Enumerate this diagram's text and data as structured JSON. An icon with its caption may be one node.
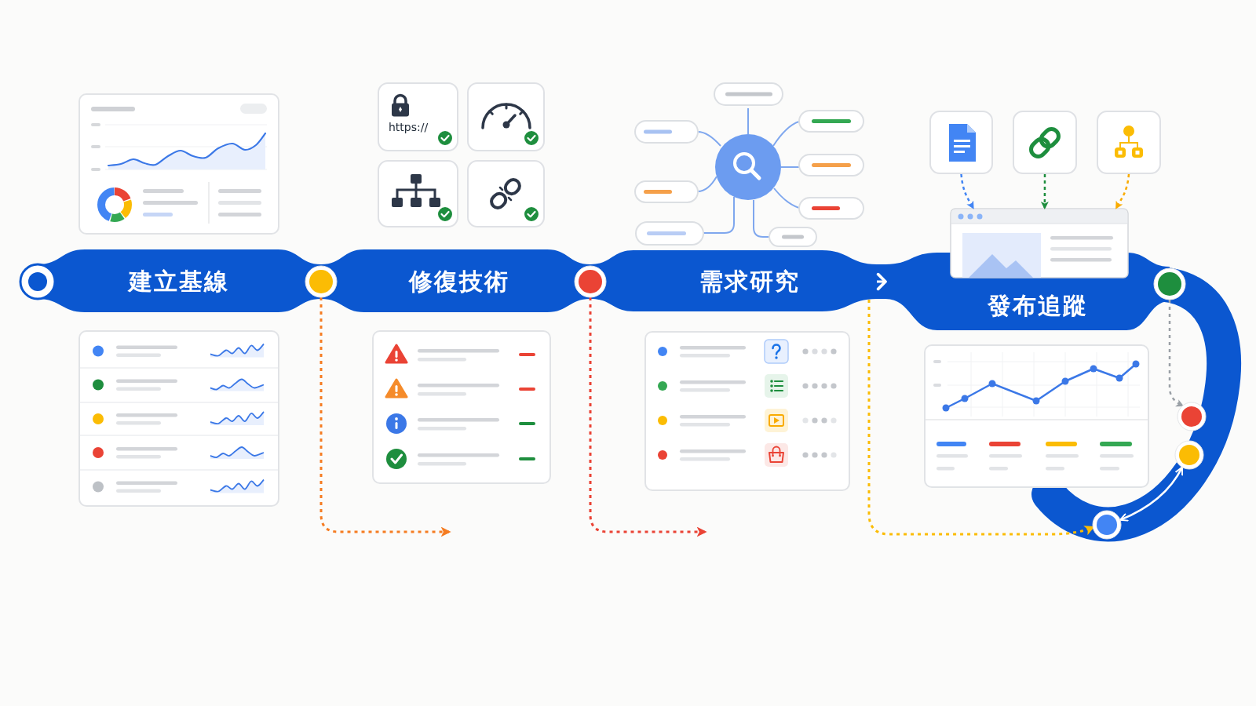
{
  "diagram": {
    "nodes": [
      {
        "text": [
          "https://"
        ]
      },
      {
        "text": [],
        "shape": "picture"
      },
      {
        "text": [],
        "shape": "picture"
      },
      {
        "text": [],
        "shape": "picture"
      },
      {
        "text": [],
        "shape": "picture"
      },
      {
        "text": [],
        "shape": "picture"
      },
      {
        "text": [],
        "shape": "picture"
      },
      {
        "text": [],
        "shape": "picture"
      },
      {
        "text": [],
        "shape": "circle"
      },
      {
        "text": [
          "建立基線"
        ]
      },
      {
        "text": [],
        "shape": "circle"
      },
      {
        "text": [
          "修復技術"
        ]
      },
      {
        "text": [],
        "shape": "circle"
      },
      {
        "text": [
          "需求研究"
        ]
      },
      {
        "text": [
          "發布追蹤"
        ]
      },
      {
        "text": [],
        "shape": "circle"
      },
      {
        "text": [],
        "shape": "circle"
      },
      {
        "text": [],
        "shape": "circle"
      },
      {
        "text": [],
        "shape": "circle"
      }
    ],
    "edges": [
      {
        "from": 4,
        "to": 7,
        "arrow": "to",
        "style": "dashed",
        "color": "#4285f4"
      },
      {
        "from": 5,
        "to": 7,
        "arrow": "to",
        "style": "dashed",
        "color": "#1e8e3e"
      },
      {
        "from": 6,
        "to": 7,
        "arrow": "to",
        "style": "dashed",
        "color": "#f9ab00"
      },
      {
        "from": 13,
        "to": 14,
        "arrow": "to",
        "color": "#ffffff"
      },
      {
        "from": 10,
        "to": null,
        "arrow": "to",
        "style": "dashed",
        "color": "#f57c22"
      },
      {
        "from": 12,
        "to": null,
        "arrow": "to",
        "style": "dashed",
        "color": "#ea4335"
      },
      {
        "from": 13,
        "to": 18,
        "arrow": "to",
        "style": "dashed",
        "color": "#fbbc04"
      },
      {
        "from": 15,
        "to": 16,
        "arrow": "to",
        "style": "dashed",
        "color": "#9aa0a6"
      },
      {
        "from": 17,
        "to": 18,
        "arrow": "both",
        "color": "#ffffff"
      }
    ]
  }
}
